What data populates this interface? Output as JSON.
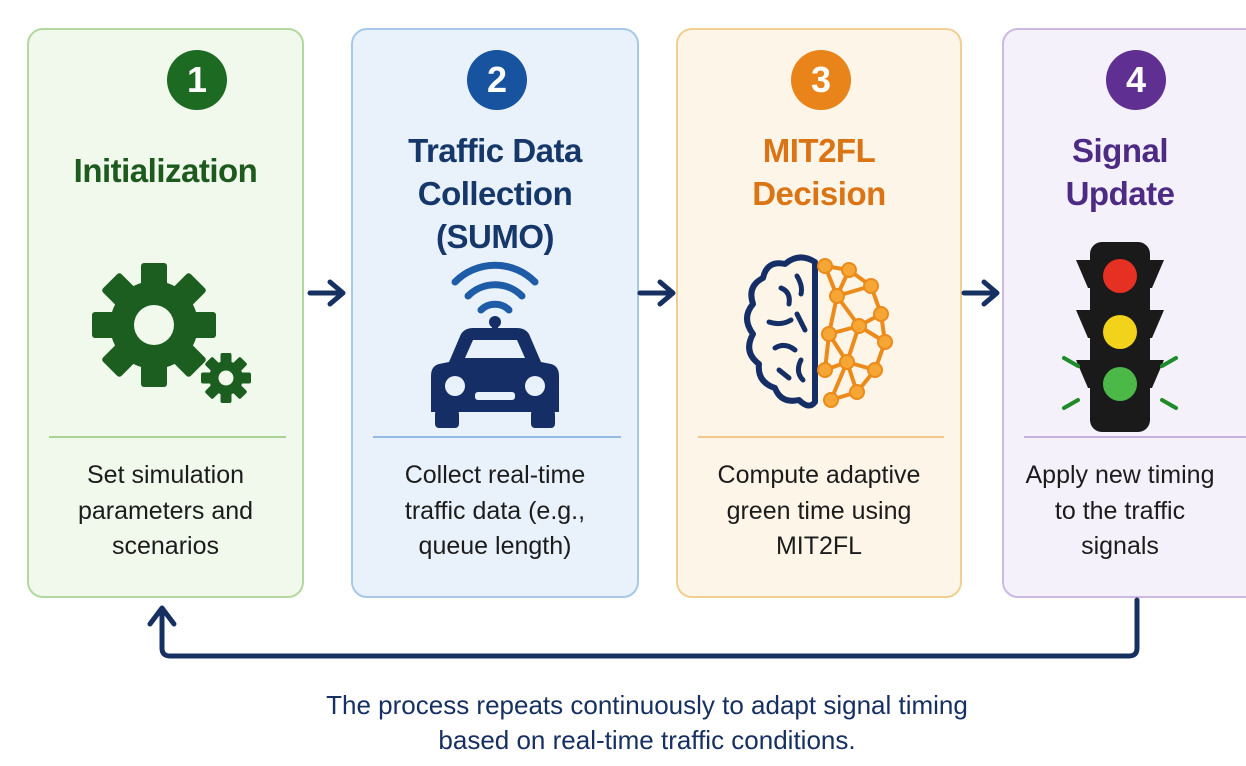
{
  "steps": [
    {
      "number": "1",
      "title_lines": [
        "Initialization"
      ],
      "icon": "gears-icon",
      "description_lines": [
        "Set simulation",
        "parameters and",
        "scenarios"
      ],
      "color": "#1d6b23"
    },
    {
      "number": "2",
      "title_lines": [
        "Traffic Data",
        "Collection (SUMO)"
      ],
      "icon": "connected-car-icon",
      "description_lines": [
        "Collect real-time",
        "traffic data (e.g.,",
        "queue length)"
      ],
      "color": "#17539f"
    },
    {
      "number": "3",
      "title_lines": [
        "MIT2FL",
        "Decision"
      ],
      "icon": "brain-network-icon",
      "description_lines": [
        "Compute adaptive",
        "green time using",
        "MIT2FL"
      ],
      "color": "#e88419"
    },
    {
      "number": "4",
      "title_lines": [
        "Signal",
        "Update"
      ],
      "icon": "traffic-light-icon",
      "description_lines": [
        "Apply new timing",
        "to the traffic",
        "signals"
      ],
      "color": "#5f2f91"
    }
  ],
  "footer_lines": [
    "The process repeats continuously to adapt signal timing",
    "based on real-time traffic conditions."
  ],
  "arrow_color": "#173062"
}
